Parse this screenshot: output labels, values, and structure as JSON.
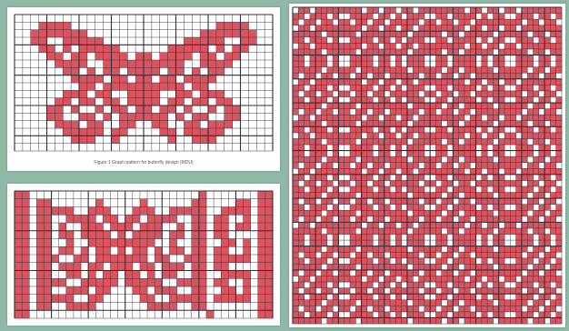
{
  "colors": {
    "background": "#8fb9a6",
    "paper": "#ffffff",
    "grid_line": "#2f2f3a",
    "fill": "#d9545e"
  },
  "panels": [
    {
      "id": "butterfly",
      "caption": "Figure 1   Graph pattern for butterfly design (MDU)"
    },
    {
      "id": "bow",
      "caption": ""
    },
    {
      "id": "checks",
      "caption": ""
    }
  ],
  "patterns": {
    "butterfly": [
      "................................",
      "...XXXX..................XXXX...",
      "..XXXXXXX..............XXXXXXX..",
      "..XX..XXXXX..........XXXXX..XX..",
      "...XX.X.XXXXX......XXXXX.X.XX...",
      "....XX.XX.XXXX.XX.XXXX.XX.XX....",
      ".....XXXX..XXXXXXXXXX..XXXX.....",
      "......XX.X.XX.XXXX.XX.X.XX......",
      ".......XXXX.XX.XX.XX.XXXX.......",
      "........XX.XXXXXXXXXX.XX........",
      "......XXX.XX..XXXX..XX.XXX......",
      ".....XX.XX.XX.XXXX.XX.XX.XX.....",
      "....XX.X..X.XX.XX.XX.X..X.XX....",
      "....XX..XX.X.XXXXXX.X.XX..XX....",
      ".....XXX.XX..XX..XX..XX.XXX.....",
      "......XXXXX.XX....XX.XXXXX......",
      ".......XXX..X......X..XXX.......",
      "................................"
    ],
    "bow": [
      "XX.......................X.......XX",
      "XX.XX......X.....X......XX....XX.XX",
      "XX.XXXXX..XXX...XXX..XXXXX..XXXX.XX",
      "XX.XX..XXXX.XX.XX.XXXX..XX.XX..X.XX",
      "XX.XX.X..XXX.XXX.XXX..X.XX.XX.XX.XX",
      "XX.XX.XX.XXXX.X.XXXX.XX.XX.XX....XX",
      "XX.XX..X..XXXXXXXXX..X..XX..XX.X.XX",
      "XX.XX.XX.X.XX.X.XX.X.XX.XX.XX..X.XX",
      "XX.XXX..XX.XXXXXXX.XX..XXX.XXXXX.XX",
      "XX.XX.XXX.XX.XXX.XX.XXX.XX.XX....XX",
      "XX.XX..XX.X.XX.XX.X.XX..XX..XXXX.XX",
      "XX.XXXX..XXXXX.XXXXX..XXXX.XX..X.XX",
      "XX.XX..XXX.XX...XX.XXX..XX..XX.X.XX",
      "XX.XXXXX..XX.....XX..XXXXX.XXXXX.XX",
      "XX.XX..XXXX.......XXXX..XX.......XX",
      "XX........................X......XX"
    ],
    "checks": {
      "columns": "XX.XXX.X..XXXX.XX.X.XXX..XX.XXXX.X.XX..XXX.XX.X",
      "rows": "X.XXX.XX..XXX.X.XXXX.XX..XXX.X.XX.XXXX..XX.XXX.X.XX.X",
      "rule": "a cell is filled when its column and row codes differ, otherwise both filled blocks show red"
    }
  }
}
